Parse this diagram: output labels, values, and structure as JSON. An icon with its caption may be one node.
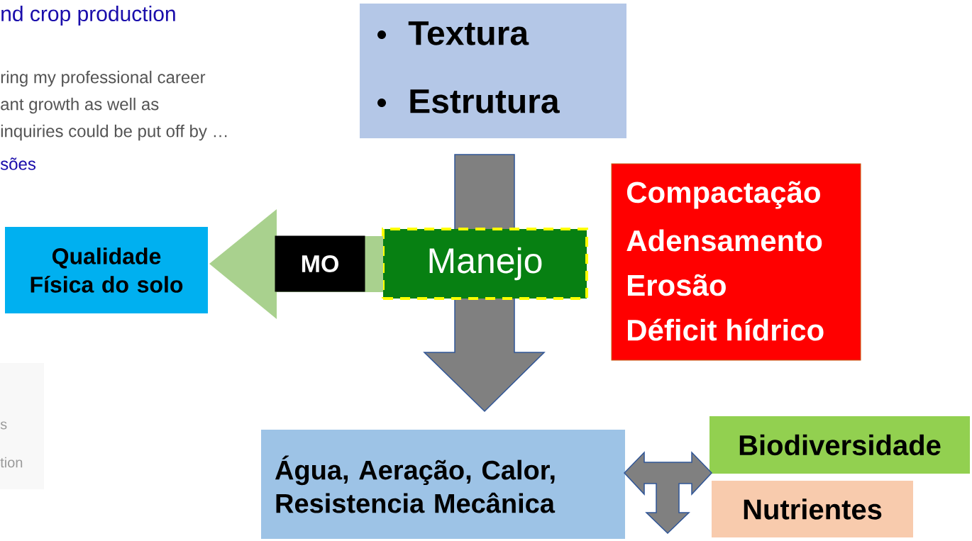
{
  "diagram": {
    "nodes": [
      {
        "text": [
          "Textura",
          "Estrutura"
        ]
      },
      {
        "text": [
          "Manejo"
        ]
      },
      {
        "text": [
          "Qualidade Física do solo"
        ]
      },
      {
        "text": [
          "Compactação",
          "Adensamento",
          "Erosão",
          "Déficit hídrico"
        ]
      },
      {
        "text": [
          "Água, Aeração, Calor, Resistencia Mecânica"
        ]
      },
      {
        "text": [
          "Biodiversidade"
        ]
      },
      {
        "text": [
          "Nutrientes"
        ]
      }
    ],
    "edges": [
      {
        "from": 0,
        "to": 4,
        "arrow": "to"
      },
      {
        "from": 1,
        "to": 2,
        "arrow": "to",
        "label": "MO",
        "color": "#a9d18e"
      },
      {
        "from": 4,
        "to": 5,
        "arrow": "both"
      },
      {
        "from": 4,
        "to": null,
        "arrow": "both"
      }
    ],
    "labels": [
      "nd crop production",
      "ring my professional career",
      "ant growth as well as",
      "inquiries could be put off by …",
      "sões",
      "s",
      "tion"
    ]
  }
}
